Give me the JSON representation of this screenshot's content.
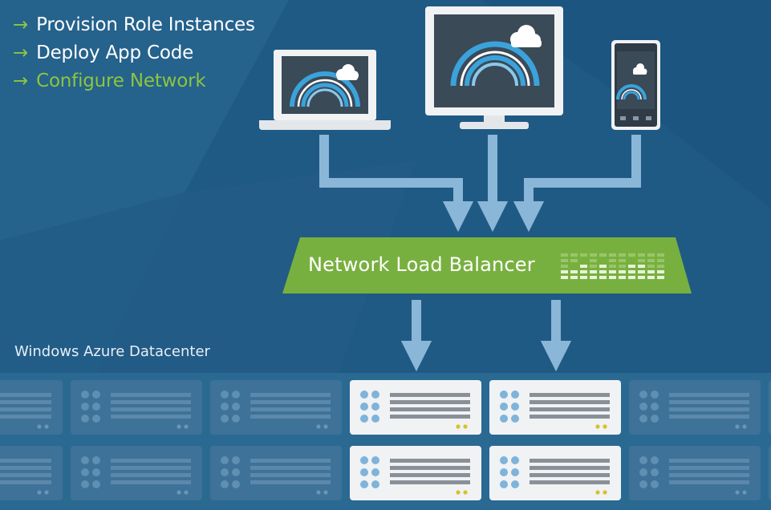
{
  "steps": [
    {
      "arrow": "→",
      "label": "Provision Role Instances",
      "state": "done"
    },
    {
      "arrow": "→",
      "label": "Deploy App Code",
      "state": "done"
    },
    {
      "arrow": "→",
      "label": "Configure Network",
      "state": "active"
    }
  ],
  "load_balancer": {
    "label": "Network Load Balancer"
  },
  "datacenter": {
    "label": "Windows Azure Datacenter"
  },
  "clients": [
    {
      "name": "laptop",
      "icon": "laptop-icon"
    },
    {
      "name": "monitor",
      "icon": "monitor-icon"
    },
    {
      "name": "phone",
      "icon": "phone-icon"
    }
  ],
  "server_rack": {
    "rows": 2,
    "columns": 6,
    "active_columns": [
      3,
      4
    ]
  },
  "colors": {
    "background": "#1f5a84",
    "accent_green": "#8cc63f",
    "balancer_green": "#78b040",
    "arrow_blue": "#8ab6d8",
    "server_active": "#f0f2f4",
    "server_inactive": "#3e7298",
    "rainbow_blue": "#3aa3dc"
  }
}
